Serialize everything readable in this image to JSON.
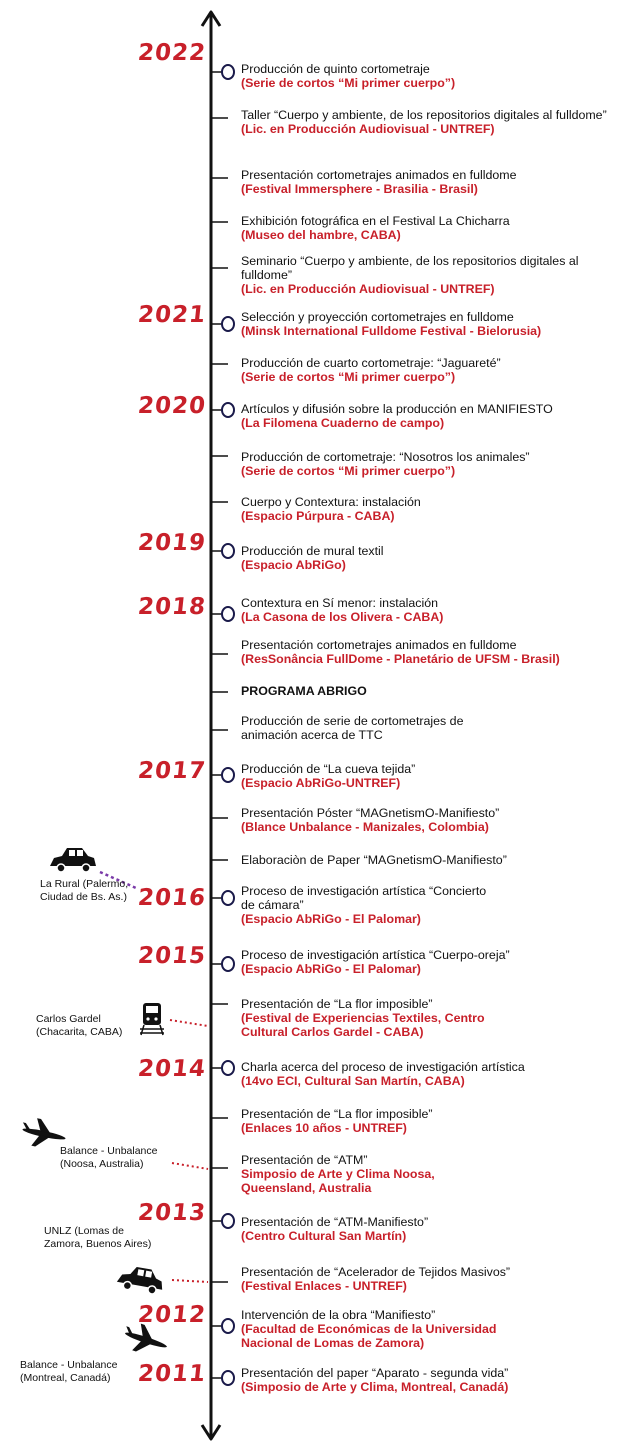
{
  "colors": {
    "accent": "#c8202a",
    "line": "#111111",
    "connector_dotted": "#7a3aa8"
  },
  "years": [
    "2022",
    "2021",
    "2020",
    "2019",
    "2018",
    "2017",
    "2016",
    "2015",
    "2014",
    "2013",
    "2012",
    "2011"
  ],
  "entries": [
    {
      "title": "Producción de quinto cortometraje",
      "sub": "(Serie de cortos “Mi primer cuerpo”)"
    },
    {
      "title": "Taller “Cuerpo y ambiente, de los repositorios digitales al fulldome”",
      "sub": "(Lic. en Producción  Audiovisual - UNTREF)"
    },
    {
      "title": "Presentación cortometrajes animados en fulldome",
      "sub": "(Festival Immersphere - Brasilia - Brasil)"
    },
    {
      "title": "Exhibición fotográfica en el Festival La Chicharra",
      "sub": "(Museo del hambre, CABA)"
    },
    {
      "title": "Seminario “Cuerpo y ambiente, de los repositorios digitales al fulldome”",
      "sub": "(Lic. en Producción  Audiovisual - UNTREF)"
    },
    {
      "title": "Selección y proyección cortometrajes en fulldome",
      "sub": "(Minsk International Fulldome Festival - Bielorusia)"
    },
    {
      "title": "Producción de cuarto cortometraje: “Jaguareté”",
      "sub": "(Serie de cortos “Mi primer cuerpo”)"
    },
    {
      "title": "Artículos y difusión sobre la producción en MANIFIESTO",
      "sub": "(La Filomena Cuaderno de campo)"
    },
    {
      "title": "Producción de cortometraje: “Nosotros los animales”",
      "sub": "(Serie de cortos “Mi primer cuerpo”)"
    },
    {
      "title": "Cuerpo y Contextura: instalación",
      "sub": "(Espacio Púrpura - CABA)"
    },
    {
      "title": "Producción de mural textil",
      "sub": "(Espacio AbRiGo)"
    },
    {
      "title": "Contextura en Sí menor: instalación",
      "sub": "(La Casona de los Olivera - CABA)"
    },
    {
      "title": "Presentación cortometrajes animados en fulldome",
      "sub": "(ResSonância FullDome - Planetário de UFSM - Brasil)"
    },
    {
      "title": "PROGRAMA ABRIGO",
      "sub": ""
    },
    {
      "title": "Producción de serie de cortometrajes de animación acerca de TTC",
      "sub": ""
    },
    {
      "title": "Producción de “La cueva tejida”",
      "sub": "(Espacio AbRiGo-UNTREF)"
    },
    {
      "title": "Presentación Póster “MAGnetismO-Manifiesto”",
      "sub": "(Blance Unbalance - Manizales, Colombia)"
    },
    {
      "title": "Elaboraciòn de Paper “MAGnetismO-Manifiesto”",
      "sub": ""
    },
    {
      "title": "Proceso de investigación artística “Concierto de cámara”",
      "sub": "(Espacio AbRiGo - El Palomar)"
    },
    {
      "title": "Proceso de investigación artística “Cuerpo-oreja”",
      "sub": "(Espacio AbRiGo - El Palomar)"
    },
    {
      "title": "Presentación de “La flor imposible”",
      "sub": "(Festival de Experiencias Textiles, Centro Cultural Carlos Gardel - CABA)"
    },
    {
      "title": "Charla acerca del proceso de  investigación artística",
      "sub": "(14vo ECI, Cultural San Martín, CABA)"
    },
    {
      "title": "Presentación de “La flor imposible”",
      "sub": "(Enlaces 10 años - UNTREF)"
    },
    {
      "title": "Presentación de “ATM”",
      "sub": "Simposio de Arte y Clima Noosa, Queensland, Australia"
    },
    {
      "title": "Presentación de “ATM-Manifiesto”",
      "sub": "(Centro Cultural San Martín)"
    },
    {
      "title": "Presentación de “Acelerador  de Tejidos Masivos”",
      "sub": "(Festival Enlaces - UNTREF)"
    },
    {
      "title": "Intervención de la obra “Manifiesto”",
      "sub": "(Facultad de Económicas de la Universidad Nacional de Lomas de Zamora)"
    },
    {
      "title": "Presentación del paper “Aparato - segunda vida”",
      "sub": "(Simposio de Arte y Clima, Montreal, Canadá)"
    }
  ],
  "side_labels": [
    {
      "text": "La Rural (Palermo, Ciudad de Bs. As.)",
      "icon": "car-icon"
    },
    {
      "text": "Carlos Gardel (Chacarita, CABA)",
      "icon": "train-icon"
    },
    {
      "text": "Balance - Unbalance (Noosa, Australia)",
      "icon": "airplane-icon"
    },
    {
      "text": "UNLZ (Lomas de Zamora, Buenos Aires)",
      "icon": "car-icon"
    },
    {
      "text": "Balance - Unbalance (Montreal, Canadá)",
      "icon": "airplane-icon"
    }
  ]
}
